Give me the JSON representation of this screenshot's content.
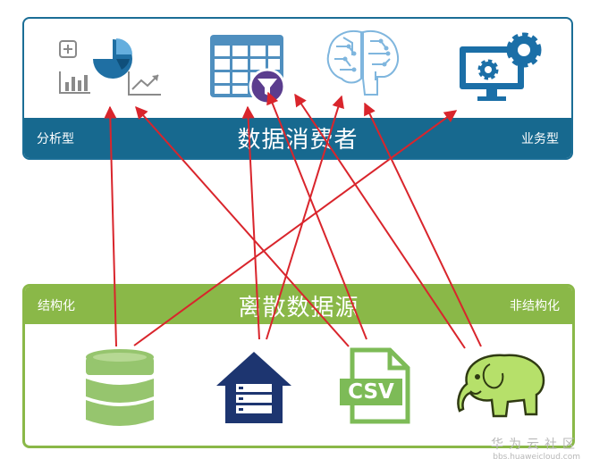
{
  "consumers": {
    "title": "数据消费者",
    "left_label": "分析型",
    "right_label": "业务型",
    "icons": [
      "analytics-chart-icon",
      "table-filter-icon",
      "brain-ai-icon",
      "monitor-gear-icon"
    ]
  },
  "sources": {
    "title": "离散数据源",
    "left_label": "结构化",
    "right_label": "非结构化",
    "icons": [
      "database-icon",
      "data-warehouse-house-icon",
      "csv-file-icon",
      "hadoop-elephant-icon"
    ],
    "csv_text": "CSV"
  },
  "colors": {
    "consumer_blue": "#17698f",
    "source_green": "#8ab848",
    "arrow_red": "#d9252c"
  },
  "watermark": {
    "main": "华为云社区",
    "sub": "bbs.huaweicloud.com"
  }
}
